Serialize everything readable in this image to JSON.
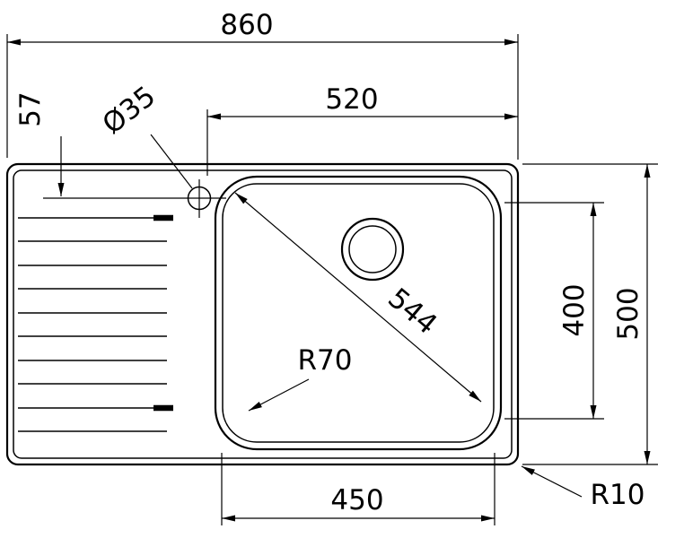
{
  "diagram": {
    "type": "technical-drawing",
    "colors": {
      "line": "#000000",
      "background": "#ffffff"
    },
    "dimensions": {
      "overall_width": "860",
      "bowl_section_width": "520",
      "tap_hole_offset": "57",
      "tap_hole_diameter": "Ø35",
      "bowl_diagonal": "544",
      "bowl_depth": "400",
      "overall_depth": "500",
      "bowl_corner_radius": "R70",
      "bowl_bottom_width": "450",
      "outer_corner_radius": "R10"
    }
  }
}
